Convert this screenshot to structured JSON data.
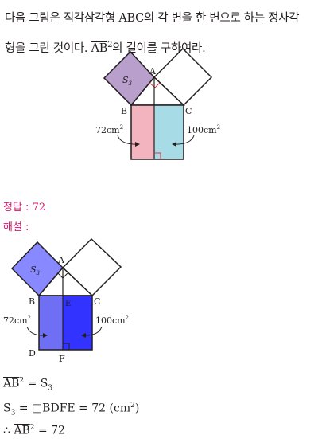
{
  "question": {
    "part1": "다음 그림은 직각삼각형 ",
    "abc": "ABC",
    "part2": "의 각 변을 한 변으로 하는 정사각",
    "part3": "형을 그린 것이다. ",
    "ab": "AB",
    "sq": "2",
    "part4": "의 길이를 구하여라."
  },
  "fig1": {
    "A": "A",
    "B": "B",
    "C": "C",
    "S": "S",
    "S_sub": "3",
    "left_area": "72",
    "left_unit": "cm",
    "left_exp": "2",
    "right_area": "100",
    "right_unit": "cm",
    "right_exp": "2",
    "colors": {
      "purple": "#b89fcc",
      "pink": "#f4b4bf",
      "cyan": "#a7dbe6",
      "red": "#e0303b"
    }
  },
  "answer": {
    "label": "정답 : ",
    "value": "72"
  },
  "solution": {
    "label": "해설 : "
  },
  "fig2": {
    "A": "A",
    "B": "B",
    "C": "C",
    "D": "D",
    "E": "E",
    "F": "F",
    "S": "S",
    "S_sub": "3",
    "left_area": "72",
    "left_unit": "cm",
    "left_exp": "2",
    "right_area": "100",
    "right_unit": "cm",
    "right_exp": "2",
    "colors": {
      "light_blue": "#8888ff",
      "mid_blue": "#6f6ff5",
      "blue": "#3333ff"
    }
  },
  "math": {
    "l1_ab": "AB",
    "l1_sq": "2",
    "l1_eq": " = S",
    "l1_sub": "3",
    "l2_s": "S",
    "l2_sub": "3",
    "l2_rest": " = □BDFE = 72 (cm",
    "l2_exp": "2",
    "l2_end": ")",
    "l3_therefore": "∴ ",
    "l3_ab": "AB",
    "l3_sq": "2",
    "l3_eq": " = 72"
  }
}
